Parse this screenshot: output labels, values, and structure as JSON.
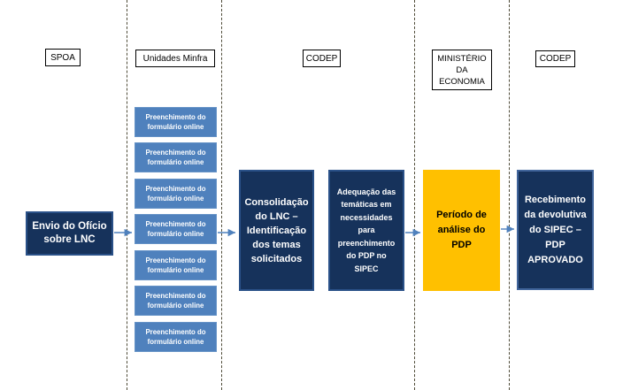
{
  "diagram": {
    "title_hint": "PDP process flow (swimlane diagram)",
    "lane_headers": [
      {
        "id": "spoa",
        "label": "SPOA"
      },
      {
        "id": "unidades-minfra",
        "label": "Unidades Minfra"
      },
      {
        "id": "codep-1",
        "label": "CODEP"
      },
      {
        "id": "ministerio-economia",
        "label": "MINISTÉRIO\nDA\nECONOMIA"
      },
      {
        "id": "codep-2",
        "label": "CODEP"
      }
    ],
    "boxes": {
      "envio": {
        "label": "Envio do Ofício\nsobre LNC"
      },
      "preenchimento": {
        "label": "Preenchimento do\nformulário online",
        "count": 7
      },
      "consolidacao": {
        "label": "Consolidação\ndo LNC –\nIdentificação\ndos temas\nsolicitados"
      },
      "adequacao": {
        "label": "Adequação das\ntemáticas em\nnecessidades\npara\npreenchimento\ndo PDP no\nSIPEC"
      },
      "periodo": {
        "label": "Período de\nanálise do\nPDP"
      },
      "recebimento": {
        "label": "Recebimento\nda devolutiva\ndo SIPEC –\nPDP\nAPROVADO"
      }
    },
    "colors": {
      "navy_fill": "#16325b",
      "navy_border": "#2a5188",
      "recebimento_border": "#41659b",
      "steel_blue_fill": "#4f81bd",
      "gold_fill": "#ffc000",
      "arrow": "#4f81bd",
      "lane_line": "#4f4b38",
      "header_border": "#000000",
      "text_light": "#ffffff",
      "text_dark": "#000000"
    }
  }
}
